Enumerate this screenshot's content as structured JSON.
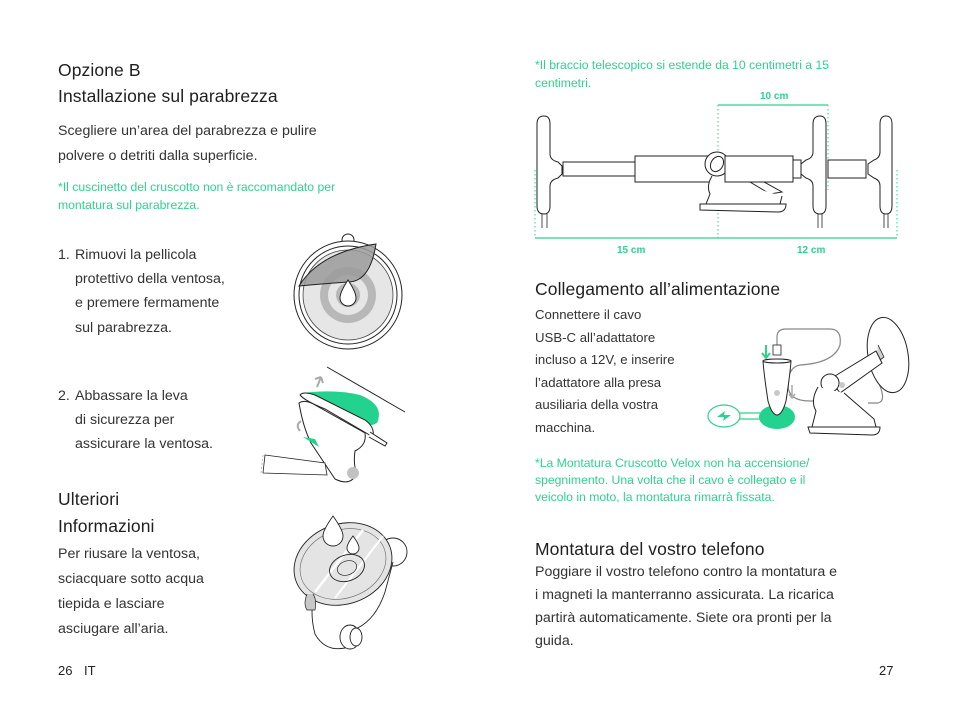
{
  "left_page": {
    "title_line1": "Opzione B",
    "title_line2": "Installazione sul parabrezza",
    "intro_line1": "Scegliere un’area del parabrezza e pulire",
    "intro_line2": "polvere o detriti dalla superficie.",
    "note_line1": "*Il cuscinetto del cruscotto non è raccomandato per",
    "note_line2": "montatura sul parabrezza.",
    "steps": [
      {
        "number": "1.",
        "lines": [
          "Rimuovi la pellicola",
          "protettivo della ventosa,",
          "e premere fermamente",
          "sul parabrezza."
        ],
        "illustration": "suction-cup-peel-film-illustration"
      },
      {
        "number": "2.",
        "lines": [
          "Abbassare la leva",
          "di sicurezza per",
          "assicurare la ventosa."
        ],
        "illustration": "safety-lever-illustration"
      }
    ],
    "more_info": {
      "title_line1": "Ulteriori",
      "title_line2": "Informazioni",
      "lines": [
        "Per riusare la ventosa,",
        "sciacquare sotto acqua",
        "tiepida e lasciare",
        "asciugare all’aria."
      ],
      "illustration": "rinse-suction-cup-illustration"
    },
    "page_number": "26",
    "language": "IT"
  },
  "right_page": {
    "arm_note_line1": "*Il braccio telescopico si estende da 10 centimetri a 15",
    "arm_note_line2": "centimetri.",
    "dimensions": {
      "top": "10 cm",
      "bottom_left": "15 cm",
      "bottom_right": "12 cm"
    },
    "power": {
      "title": "Collegamento all’alimentazione",
      "lines": [
        "Connettere il cavo",
        "USB-C all’adattatore",
        "incluso a 12V, e inserire",
        "l’adattatore alla presa",
        "ausiliaria della vostra",
        "macchina."
      ],
      "note_lines": [
        "*La Montatura Cruscotto Velox non ha accensione/",
        "spegnimento. Una volta che il cavo è collegato e il",
        "veicolo in moto, la montatura rimarrà fissata."
      ],
      "illustration": "car-charger-connection-illustration"
    },
    "phone": {
      "title": "Montatura del vostro telefono",
      "lines": [
        "Poggiare il vostro telefono contro la montatura e",
        "i magneti la manterranno assicurata. La ricarica",
        "partirà automaticamente. Siete ora pronti per la",
        "guida."
      ]
    },
    "page_number": "27"
  },
  "colors": {
    "accent": "#2fd18d",
    "text": "#333333",
    "heading": "#1f1f1f",
    "line": "#222222",
    "gray_fill": "#d9d9d9"
  }
}
